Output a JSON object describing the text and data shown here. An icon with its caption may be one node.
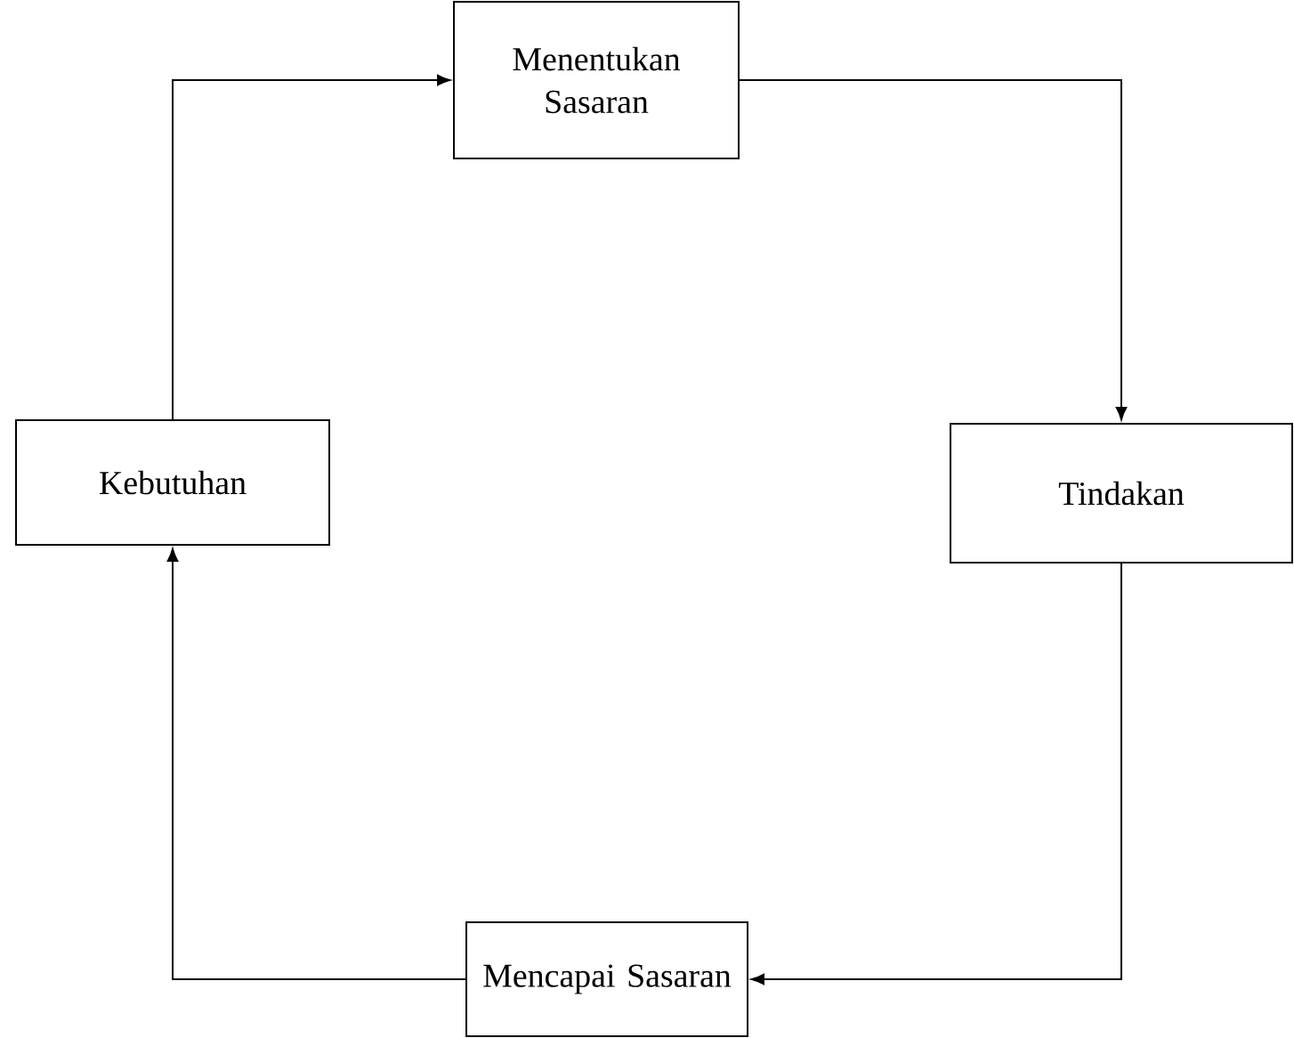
{
  "diagram": {
    "nodes": [
      {
        "text": [
          "Menentukan Sasaran"
        ]
      },
      {
        "text": [
          "Kebutuhan"
        ]
      },
      {
        "text": [
          "Tindakan"
        ]
      },
      {
        "text": [
          "Mencapai Sasaran"
        ]
      }
    ],
    "edges": [
      {
        "from": 1,
        "to": 0,
        "arrow": "to"
      },
      {
        "from": 0,
        "to": 2,
        "arrow": "to"
      },
      {
        "from": 2,
        "to": 3,
        "arrow": "to"
      },
      {
        "from": 3,
        "to": 1,
        "arrow": "to"
      }
    ]
  }
}
